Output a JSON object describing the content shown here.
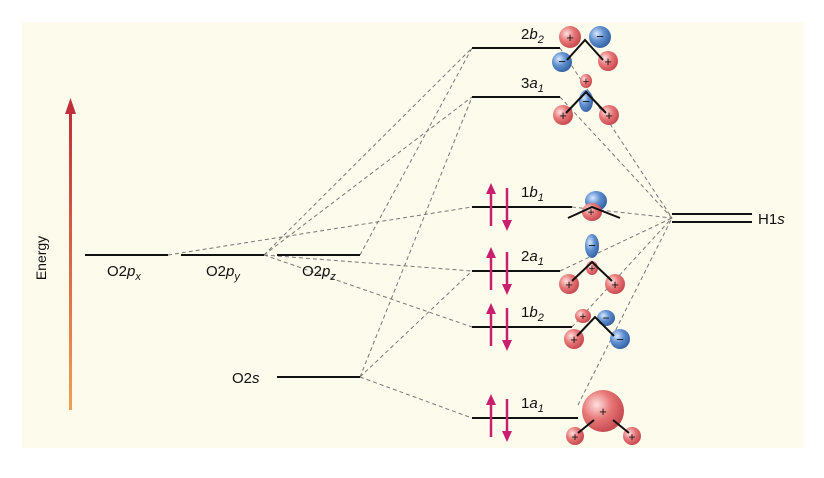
{
  "axis": {
    "label": "Energy"
  },
  "oxygen_orbitals": {
    "px": {
      "main": "O2",
      "p": "p",
      "sub": "x"
    },
    "py": {
      "main": "O2",
      "p": "p",
      "sub": "y"
    },
    "pz": {
      "main": "O2",
      "p": "p",
      "sub": "z"
    },
    "s": {
      "main": "O2",
      "s": "s"
    }
  },
  "hydrogen": {
    "main": "H1",
    "s": "s"
  },
  "molecular_orbitals": [
    {
      "id": "2b2",
      "num": "2",
      "letter": "b",
      "sub": "2",
      "electrons": 0
    },
    {
      "id": "3a1",
      "num": "3",
      "letter": "a",
      "sub": "1",
      "electrons": 0
    },
    {
      "id": "1b1",
      "num": "1",
      "letter": "b",
      "sub": "1",
      "electrons": 2
    },
    {
      "id": "2a1",
      "num": "2",
      "letter": "a",
      "sub": "1",
      "electrons": 2
    },
    {
      "id": "1b2",
      "num": "1",
      "letter": "b",
      "sub": "2",
      "electrons": 2
    },
    {
      "id": "1a1",
      "num": "1",
      "letter": "a",
      "sub": "1",
      "electrons": 2
    }
  ],
  "signs": {
    "plus": "+",
    "minus": "−"
  },
  "colors": {
    "background": "#fdfbec",
    "positive_lobe": "#e06a6a",
    "negative_lobe": "#4a7ec0",
    "electron_arrow": "#c8206e",
    "energy_arrow_top": "#c0303a",
    "energy_arrow_bottom": "#f0a050"
  }
}
